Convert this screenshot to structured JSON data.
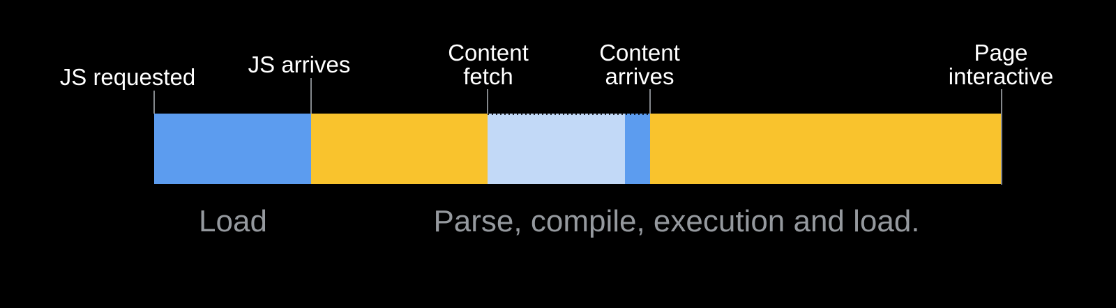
{
  "canvas": {
    "background_color": "#000000"
  },
  "timeline": {
    "description": "JavaScript loading timeline bar",
    "milestones": [
      {
        "label": "JS requested"
      },
      {
        "label": "JS arrives"
      },
      {
        "label": "Content\nfetch"
      },
      {
        "label": "Content\narrives"
      },
      {
        "label": "Page\ninteractive"
      }
    ],
    "segments": [
      {
        "phase": "load",
        "from": "JS requested",
        "to": "JS arrives",
        "color": "#5c9cef"
      },
      {
        "phase": "parse-compile-execute",
        "from": "JS arrives",
        "to": "Content fetch",
        "color": "#f9c32d"
      },
      {
        "phase": "content-fetch",
        "from": "Content fetch",
        "to": "Content arrives",
        "color": "#c2d9f7"
      },
      {
        "phase": "resume",
        "from": "Content arrives",
        "to": "Content arrives",
        "color": "#5c9cef"
      },
      {
        "phase": "parse-compile-execute",
        "from": "Content arrives",
        "to": "Page interactive",
        "color": "#f9c32d"
      }
    ],
    "captions": [
      {
        "text": "Load"
      },
      {
        "text": "Parse, compile, execution and load."
      }
    ]
  },
  "colors": {
    "label_text": "#ffffff",
    "caption_text": "#95999e",
    "tick_line": "#84888c",
    "segment_blue": "#5c9cef",
    "segment_yellow": "#f9c32d",
    "segment_light_blue": "#c2d9f7"
  }
}
